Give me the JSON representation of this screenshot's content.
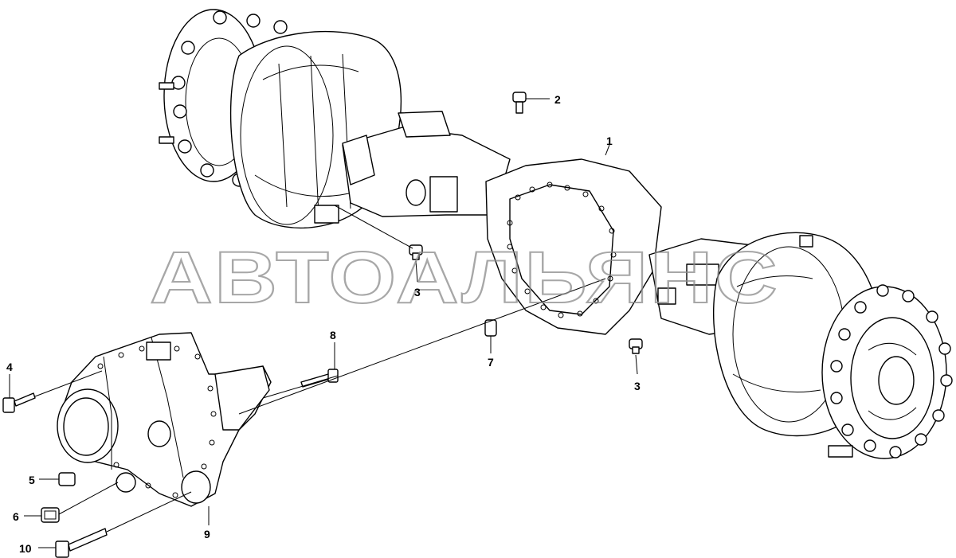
{
  "watermark": "АВТОАЛЬЯНС",
  "callouts": {
    "c1": "1",
    "c2": "2",
    "c3a": "3",
    "c3b": "3",
    "c4": "4",
    "c5": "5",
    "c6": "6",
    "c7": "7",
    "c8": "8",
    "c9": "9",
    "c10": "10"
  }
}
